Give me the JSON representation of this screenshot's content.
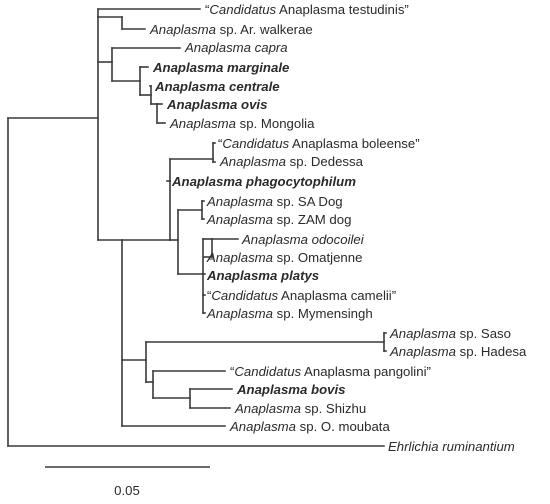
{
  "tree": {
    "tips": [
      {
        "id": "t1",
        "parts": [
          {
            "t": "“",
            "i": false
          },
          {
            "t": "Candidatus",
            "i": true
          },
          {
            "t": " Anaplasma testudinis”",
            "i": false
          }
        ],
        "bold": false
      },
      {
        "id": "t2",
        "parts": [
          {
            "t": "Anaplasma",
            "i": true
          },
          {
            "t": " sp. Ar. walkerae",
            "i": false
          }
        ],
        "bold": false
      },
      {
        "id": "t3",
        "parts": [
          {
            "t": "Anaplasma capra",
            "i": true
          }
        ],
        "bold": false
      },
      {
        "id": "t4",
        "parts": [
          {
            "t": "Anaplasma marginale",
            "i": true
          }
        ],
        "bold": true
      },
      {
        "id": "t5",
        "parts": [
          {
            "t": "Anaplasma centrale",
            "i": true
          }
        ],
        "bold": true
      },
      {
        "id": "t6",
        "parts": [
          {
            "t": "Anaplasma ovis",
            "i": true
          }
        ],
        "bold": true
      },
      {
        "id": "t7",
        "parts": [
          {
            "t": "Anaplasma",
            "i": true
          },
          {
            "t": " sp. Mongolia",
            "i": false
          }
        ],
        "bold": false
      },
      {
        "id": "t8",
        "parts": [
          {
            "t": "“",
            "i": false
          },
          {
            "t": "Candidatus",
            "i": true
          },
          {
            "t": " Anaplasma boleense”",
            "i": false
          }
        ],
        "bold": false
      },
      {
        "id": "t9",
        "parts": [
          {
            "t": "Anaplasma",
            "i": true
          },
          {
            "t": " sp. Dedessa",
            "i": false
          }
        ],
        "bold": false
      },
      {
        "id": "t10",
        "parts": [
          {
            "t": "Anaplasma phagocytophilum",
            "i": true
          }
        ],
        "bold": true
      },
      {
        "id": "t11",
        "parts": [
          {
            "t": "Anaplasma",
            "i": true
          },
          {
            "t": " sp. SA Dog",
            "i": false
          }
        ],
        "bold": false
      },
      {
        "id": "t12",
        "parts": [
          {
            "t": "Anaplasma",
            "i": true
          },
          {
            "t": " sp. ZAM dog",
            "i": false
          }
        ],
        "bold": false
      },
      {
        "id": "t13",
        "parts": [
          {
            "t": "Anaplasma odocoilei",
            "i": true
          }
        ],
        "bold": false
      },
      {
        "id": "t14",
        "parts": [
          {
            "t": "Anaplasma",
            "i": true
          },
          {
            "t": " sp. Omatjenne",
            "i": false
          }
        ],
        "bold": false
      },
      {
        "id": "t15",
        "parts": [
          {
            "t": "Anaplasma platys",
            "i": true
          }
        ],
        "bold": true
      },
      {
        "id": "t16",
        "parts": [
          {
            "t": "“",
            "i": false
          },
          {
            "t": "Candidatus",
            "i": true
          },
          {
            "t": " Anaplasma camelii”",
            "i": false
          }
        ],
        "bold": false
      },
      {
        "id": "t17",
        "parts": [
          {
            "t": "Anaplasma",
            "i": true
          },
          {
            "t": " sp. Mymensingh",
            "i": false
          }
        ],
        "bold": false
      },
      {
        "id": "t18",
        "parts": [
          {
            "t": "Anaplasma",
            "i": true
          },
          {
            "t": " sp. Saso",
            "i": false
          }
        ],
        "bold": false
      },
      {
        "id": "t19",
        "parts": [
          {
            "t": "Anaplasma",
            "i": true
          },
          {
            "t": " sp. Hadesa",
            "i": false
          }
        ],
        "bold": false
      },
      {
        "id": "t20",
        "parts": [
          {
            "t": "“",
            "i": false
          },
          {
            "t": "Candidatus",
            "i": true
          },
          {
            "t": " Anaplasma pangolini”",
            "i": false
          }
        ],
        "bold": false
      },
      {
        "id": "t21",
        "parts": [
          {
            "t": "Anaplasma bovis",
            "i": true
          }
        ],
        "bold": true
      },
      {
        "id": "t22",
        "parts": [
          {
            "t": "Anaplasma",
            "i": true
          },
          {
            "t": " sp. Shizhu",
            "i": false
          }
        ],
        "bold": false
      },
      {
        "id": "t23",
        "parts": [
          {
            "t": "Anaplasma",
            "i": true
          },
          {
            "t": " sp. O. moubata",
            "i": false
          }
        ],
        "bold": false
      },
      {
        "id": "t24",
        "parts": [
          {
            "t": "Ehrlichia ruminantium",
            "i": true
          }
        ],
        "bold": false
      }
    ],
    "scale_bar": {
      "label": "0.05",
      "value": 0.05
    }
  }
}
